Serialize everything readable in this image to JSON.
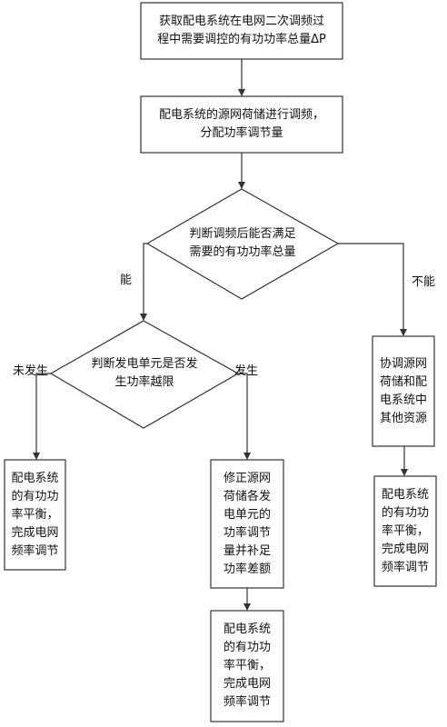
{
  "nodes": {
    "n1": [
      "获取配电系统在电网二次调频过",
      "程中需要调控的有功功率总量ΔP"
    ],
    "n2": [
      "配电系统的源网荷储进行调频，",
      "分配功率调节量"
    ],
    "d1": [
      "判断调频后能否满足",
      "需要的有功功率总量"
    ],
    "d2": [
      "判断发电单元是否发",
      "生功率越限"
    ],
    "n_left": [
      "配电系统",
      "的有功功",
      "率平衡，",
      "完成电网",
      "频率调节"
    ],
    "n_mid": [
      "修正源网",
      "荷储各发",
      "电单元的",
      "功率调节",
      "量并补足",
      "功率差额"
    ],
    "n_mid_bottom": [
      "配电系统",
      "的有功功",
      "率平衡，",
      "完成电网",
      "频率调节"
    ],
    "n_right": [
      "协调源网",
      "荷储和配",
      "电系统中",
      "其他资源"
    ],
    "n_right_bottom": [
      "配电系统",
      "的有功功",
      "率平衡，",
      "完成电网",
      "频率调节"
    ]
  },
  "edge_labels": {
    "yes": "能",
    "no": "不能",
    "not_occurred": "未发生",
    "occurred": "发生"
  },
  "colors": {
    "stroke": "#333333",
    "text": "#111111",
    "background": "#ffffff"
  }
}
